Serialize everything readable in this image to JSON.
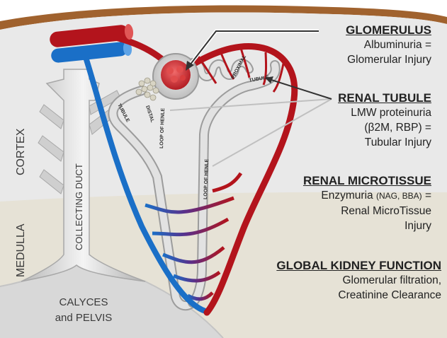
{
  "zones": {
    "cortex": "CORTEX",
    "medulla": "MEDULLA",
    "collecting_duct": "COLLECTING DUCT",
    "calyces_line1": "CALYCES",
    "calyces_line2": "and PELVIS"
  },
  "tube_labels": {
    "tubule_left": "TUBULE",
    "distal": "DISTAL",
    "loop_henle_1": "LOOP OF HENLE",
    "loop_henle_2": "LOOP OF HENLE",
    "proximal": "PROXIMAL",
    "tubule_right": "TUBULE"
  },
  "panels": {
    "glomerulus": {
      "heading": "GLOMERULUS",
      "line1": "Albuminuria =",
      "line2": "Glomerular Injury"
    },
    "renal_tubule": {
      "heading": "RENAL TUBULE",
      "line1": "LMW proteinuria",
      "line2": "(β2M, RBP) =",
      "line3": "Tubular Injury"
    },
    "renal_microtissue": {
      "heading": "RENAL MICROTISSUE",
      "line1_main": "Enzymuria ",
      "line1_small": "(NAG, BBA)",
      "line1_end": " =",
      "line2": "Renal MicroTissue",
      "line3": "Injury"
    },
    "global_kidney_function": {
      "heading": "GLOBAL KIDNEY FUNCTION",
      "line1": "Glomerular filtration,",
      "line2": "Creatinine Clearance"
    }
  },
  "colors": {
    "artery": "#b3141c",
    "vein": "#1a6fc7",
    "capsule_top": "#a0622e",
    "cortex_bg": "#e9e9e9",
    "medulla_bg": "#e6e2d6",
    "tubule": "#cfcfcf"
  }
}
